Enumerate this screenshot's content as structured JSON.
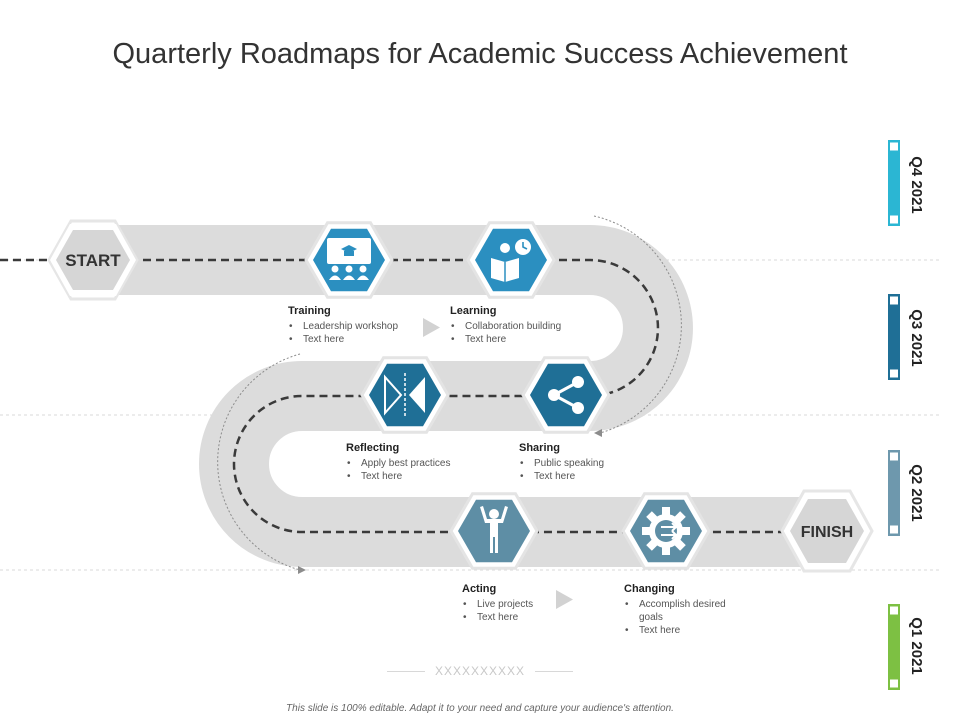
{
  "title": "Quarterly Roadmaps for Academic Success Achievement",
  "start_label": "START",
  "finish_label": "FINISH",
  "quarters": [
    {
      "label": "Q4 2021",
      "color": "#2bb6d3"
    },
    {
      "label": "Q3 2021",
      "color": "#1f6f96"
    },
    {
      "label": "Q2 2021",
      "color": "#6e98ad"
    },
    {
      "label": "Q1 2021",
      "color": "#7dc043"
    }
  ],
  "steps": [
    {
      "title": "Training",
      "bullets": [
        "Leadership workshop",
        "Text here"
      ],
      "icon": "presentation-icon",
      "color": "#2b8fc0"
    },
    {
      "title": "Learning",
      "bullets": [
        "Collaboration building",
        "Text here"
      ],
      "icon": "reading-clock-icon",
      "color": "#2b8fc0"
    },
    {
      "title": "Reflecting",
      "bullets": [
        "Apply best practices",
        "Text here"
      ],
      "icon": "mirror-triangles-icon",
      "color": "#1f6f96"
    },
    {
      "title": "Sharing",
      "bullets": [
        "Public speaking",
        "Text here"
      ],
      "icon": "share-icon",
      "color": "#1f6f96"
    },
    {
      "title": "Acting",
      "bullets": [
        "Live projects",
        "Text here"
      ],
      "icon": "person-arms-up-icon",
      "color": "#5e8ea5"
    },
    {
      "title": "Changing",
      "bullets": [
        "Accomplish desired goals",
        "Text here"
      ],
      "icon": "gear-arrows-icon",
      "color": "#5e8ea5"
    }
  ],
  "placeholder_mark": "XXXXXXXXXX",
  "footer": "This slide is 100% editable. Adapt it to your need and capture your audience's attention."
}
